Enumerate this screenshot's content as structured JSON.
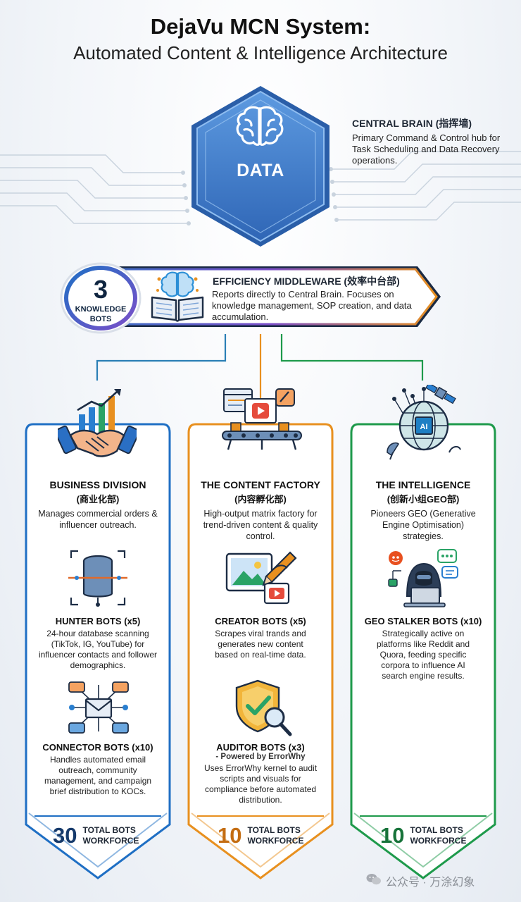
{
  "title": {
    "line1": "DejaVu MCN System:",
    "line2": "Automated Content & Intelligence Architecture"
  },
  "central_brain": {
    "hex_label": "DATA",
    "title": "CENTRAL BRAIN (指挥墙)",
    "description": "Primary Command & Control hub for Task Scheduling and Data Recovery operations."
  },
  "middleware": {
    "knowledge_count": "3",
    "knowledge_label_1": "KNOWLEDGE",
    "knowledge_label_2": "BOTS",
    "title": "EFFICIENCY MIDDLEWARE (效率中台部)",
    "description": "Reports directly to Central Brain. Focuses on knowledge management, SOP creation, and data accumulation."
  },
  "columns": [
    {
      "title": "BUSINESS DIVISION",
      "subtitle": "(商业化部)",
      "description": "Manages commercial orders & influencer outreach.",
      "bots": [
        {
          "title": "HUNTER BOTS (x5)",
          "subtitle": "",
          "description": "24-hour database scanning (TikTok, IG, YouTube) for influencer contacts and follower demographics."
        },
        {
          "title": "CONNECTOR BOTS (x10)",
          "subtitle": "",
          "description": "Handles automated email outreach, community management, and campaign brief distribution to KOCs."
        }
      ],
      "total": "30",
      "total_label_1": "TOTAL BOTS",
      "total_label_2": "WORKFORCE",
      "color": "#1f6fc4"
    },
    {
      "title": "THE CONTENT FACTORY",
      "subtitle": "(内容孵化部)",
      "description": "High-output matrix factory for trend-driven content & quality control.",
      "bots": [
        {
          "title": "CREATOR BOTS (x5)",
          "subtitle": "",
          "description": "Scrapes viral trands and generates new content based on real-time data."
        },
        {
          "title": "AUDITOR BOTS (x3)",
          "subtitle": "- Powered by ErrorWhy",
          "description": "Uses ErrorWhy kernel to audit scripts and visuals for compliance before automated distribution."
        }
      ],
      "total": "10",
      "total_label_1": "TOTAL BOTS",
      "total_label_2": "WORKFORCE",
      "color": "#e8901f"
    },
    {
      "title": "THE INTELLIGENCE",
      "subtitle": "(创新小组GEO部)",
      "description": "Pioneers GEO (Generative Engine Optimisation) strategies.",
      "bots": [
        {
          "title": "GEO STALKER BOTS (x10)",
          "subtitle": "",
          "description": "Strategically active on platforms like Reddit and Quora, feeding specific corpora to influence AI search engine results."
        }
      ],
      "total": "10",
      "total_label_1": "TOTAL BOTS",
      "total_label_2": "WORKFORCE",
      "color": "#1e9a4b"
    }
  ],
  "footer": {
    "text": "公众号 · 万涂幻象"
  },
  "colors": {
    "blue": "#1f6fc4",
    "orange": "#e8901f",
    "green": "#1e9a4b",
    "purple": "#7b4fc9",
    "hex_fill": "#3f7fd0"
  }
}
